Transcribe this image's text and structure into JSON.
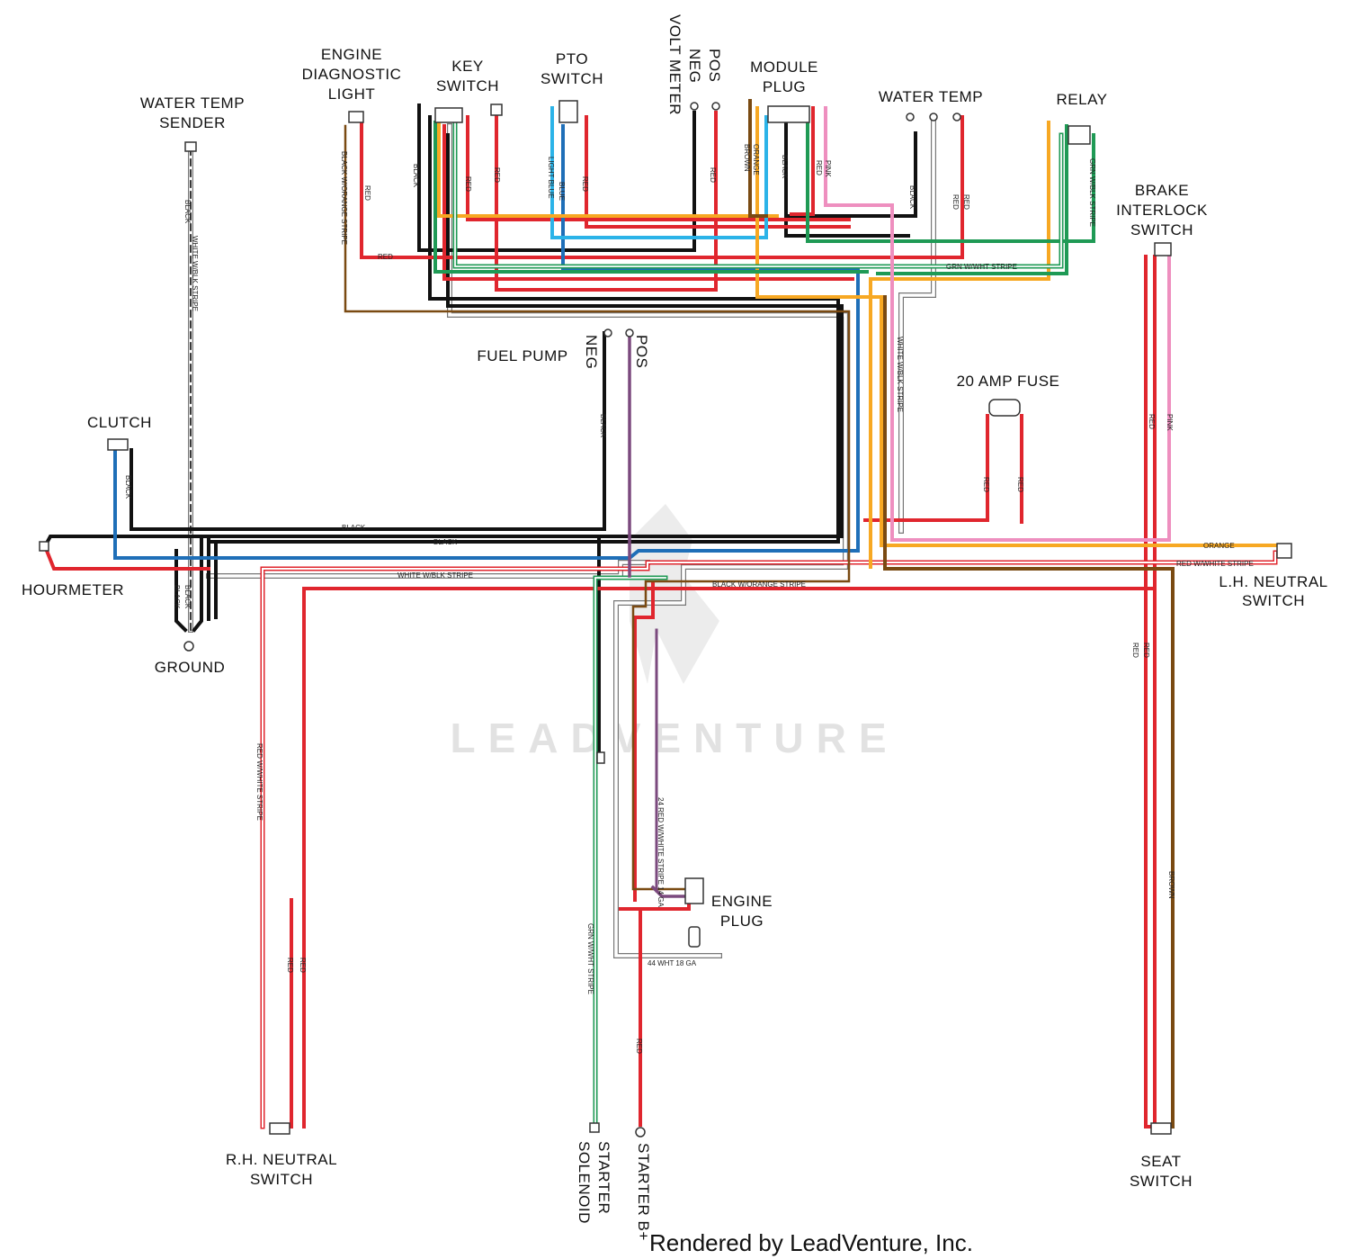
{
  "components": {
    "water_temp_sender": [
      "WATER TEMP",
      "SENDER"
    ],
    "engine_diagnostic_light": [
      "ENGINE",
      "DIAGNOSTIC",
      "LIGHT"
    ],
    "key_switch": [
      "KEY",
      "SWITCH"
    ],
    "pto_switch": [
      "PTO",
      "SWITCH"
    ],
    "volt_meter": "VOLT METER",
    "volt_meter_neg": "NEG",
    "volt_meter_pos": "POS",
    "module_plug": [
      "MODULE",
      "PLUG"
    ],
    "water_temp": "WATER TEMP",
    "relay": "RELAY",
    "brake_interlock_switch": [
      "BRAKE",
      "INTERLOCK",
      "SWITCH"
    ],
    "fuel_pump": "FUEL PUMP",
    "fuel_pump_neg": "NEG",
    "fuel_pump_pos": "POS",
    "amp_fuse": "20 AMP FUSE",
    "clutch": "CLUTCH",
    "hourmeter": "HOURMETER",
    "ground": "GROUND",
    "lh_neutral_switch": [
      "L.H. NEUTRAL",
      "SWITCH"
    ],
    "engine_plug": [
      "ENGINE",
      "PLUG"
    ],
    "rh_neutral_switch": [
      "R.H. NEUTRAL",
      "SWITCH"
    ],
    "starter_solenoid": [
      "STARTER",
      "SOLENOID"
    ],
    "starter_b": "STARTER B+",
    "seat_switch": [
      "SEAT",
      "SWITCH"
    ]
  },
  "wire_labels": {
    "black": "BLACK",
    "red": "RED",
    "white_blk": "WHITE W/BLK STRIPE",
    "black_orange": "BLACK W/ORANGE STRIPE",
    "black_orange_tight": "BLACK W/ORANGE STRIPE",
    "blue": "BLUE",
    "light_blue": "LIGHT BLUE",
    "orange": "ORANGE",
    "brown": "BROWN",
    "pink": "PINK",
    "grn_blk": "GRN W/BLK STRIPE",
    "grn_wht": "GRN W/WHT STRIPE",
    "grn_wht_long": "GRN W/WHT STRIPE",
    "red_wht": "RED W/WHITE STRIPE",
    "red_wht_short": "RED W/WHITE STRIPE",
    "engine_plug_red": "24 RED W/WHITE STRIPE 14 GA",
    "engine_plug_wht": "44 WHT 18 GA"
  },
  "colors": {
    "black": "#111111",
    "red": "#e0262e",
    "blue": "#1f6fb8",
    "light_blue": "#2bb3e8",
    "orange": "#f7a823",
    "brown": "#7a4a12",
    "green": "#1f9a55",
    "pink": "#ee8fbf",
    "white_stripe": "#9a9a9a"
  },
  "watermark": "LEADVENTURE",
  "credit": "Rendered by LeadVenture, Inc."
}
